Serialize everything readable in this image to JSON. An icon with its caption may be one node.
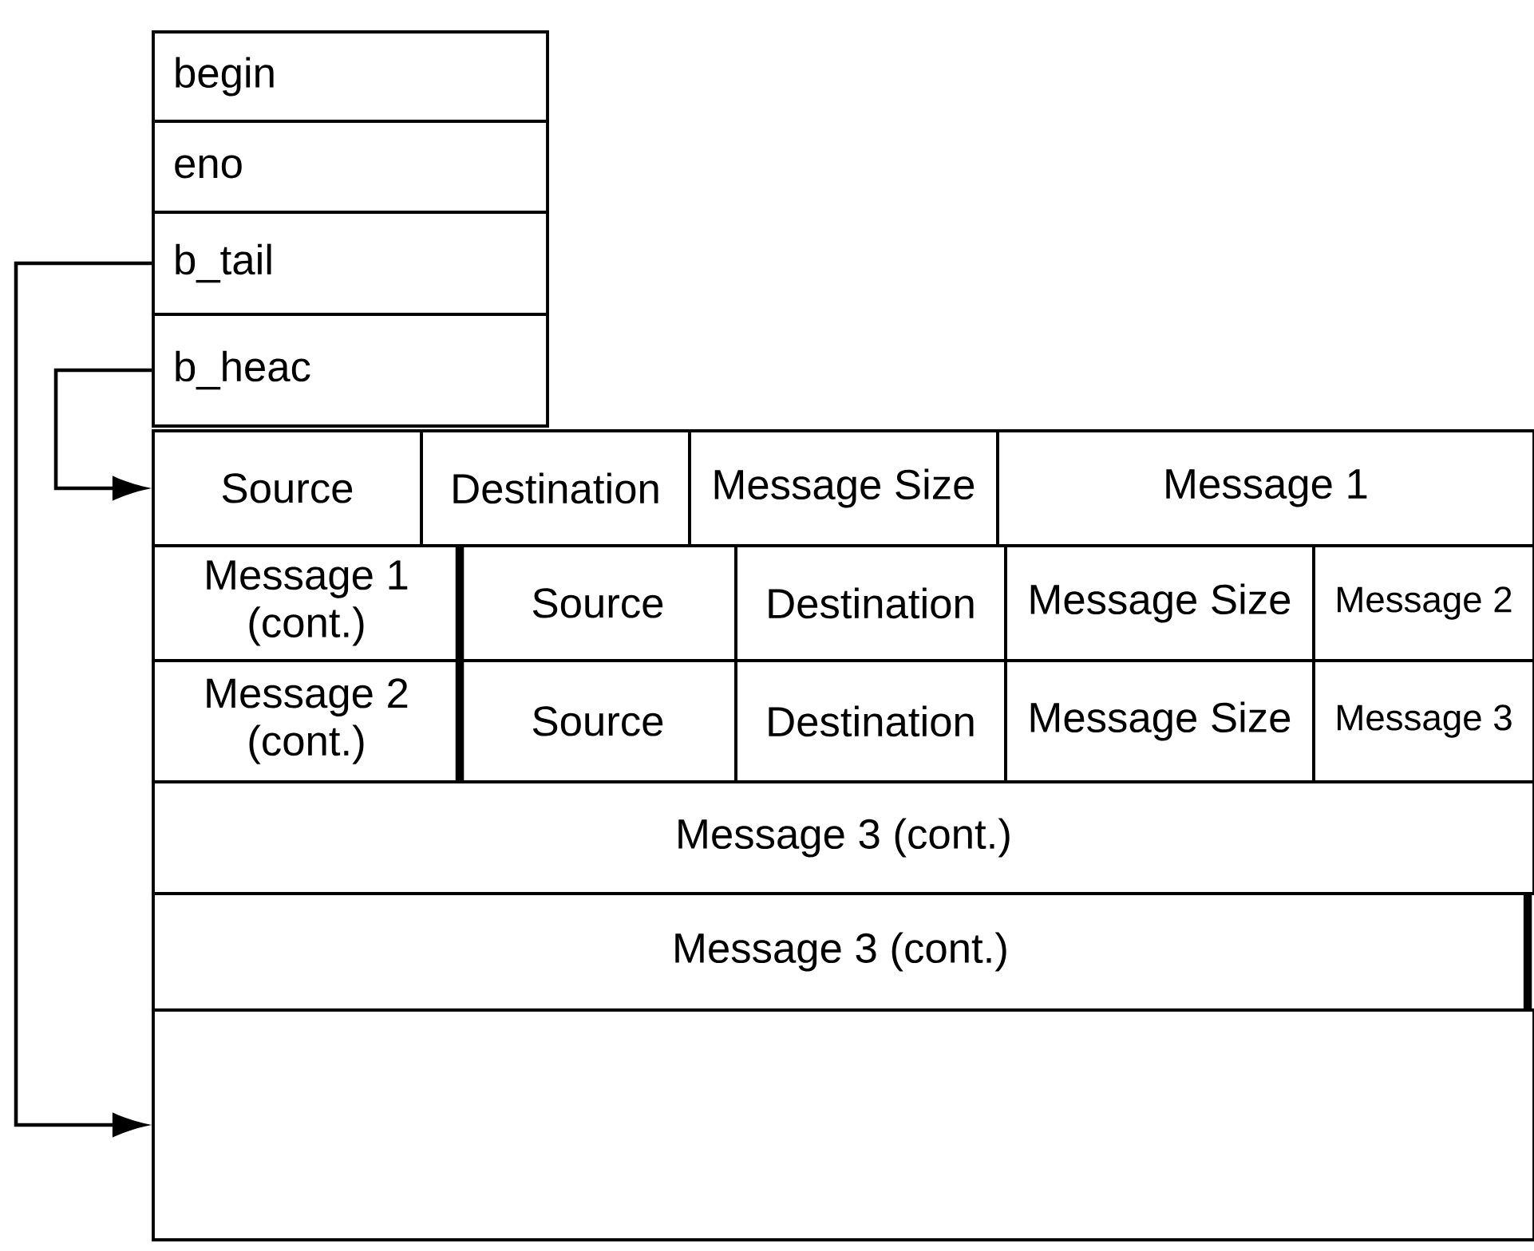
{
  "diagram": {
    "nodes": [
      {
        "text": [
          "begin"
        ]
      },
      {
        "text": [
          "eno"
        ]
      },
      {
        "text": [
          "b_tail"
        ]
      },
      {
        "text": [
          "b_heac"
        ]
      },
      {
        "text": [
          "Source"
        ]
      },
      {
        "text": [
          "Destination"
        ]
      },
      {
        "text": [
          "Message Size"
        ]
      },
      {
        "text": [
          "Message 1"
        ]
      },
      {
        "text": [
          "Message 1 (cont.)"
        ]
      },
      {
        "text": [
          "Source"
        ]
      },
      {
        "text": [
          "Destination"
        ]
      },
      {
        "text": [
          "Message Size"
        ]
      },
      {
        "text": [
          "Message 2"
        ]
      },
      {
        "text": [
          "Message 2 (cont.)"
        ]
      },
      {
        "text": [
          "Source"
        ]
      },
      {
        "text": [
          "Destination"
        ]
      },
      {
        "text": [
          "Message Size"
        ]
      },
      {
        "text": [
          "Message 3"
        ]
      },
      {
        "text": [
          "Message 3 (cont.)"
        ]
      },
      {
        "text": [
          "Message 3 (cont.)"
        ]
      },
      {
        "text": [],
        "shape": "box"
      }
    ],
    "edges": [
      {
        "from": 2,
        "to": 20,
        "arrow": "to"
      },
      {
        "from": 3,
        "to": 4,
        "arrow": "to"
      }
    ]
  }
}
